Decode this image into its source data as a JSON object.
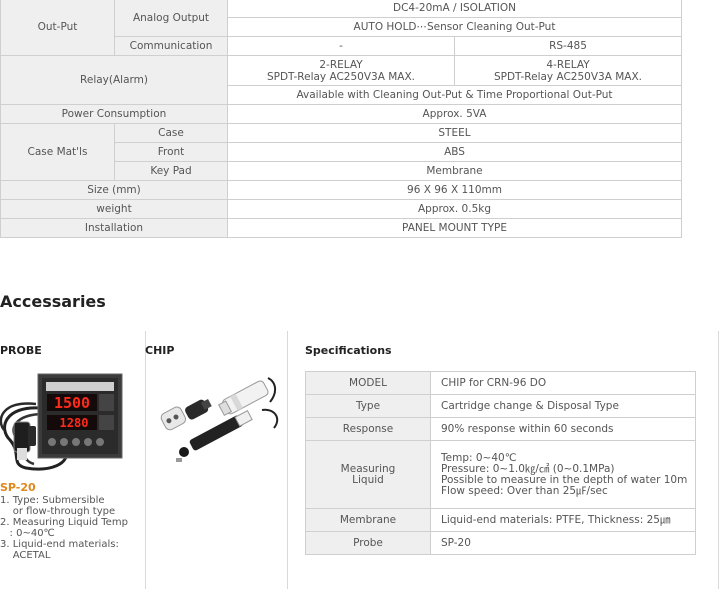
{
  "spec_table": {
    "out_put": "Out-Put",
    "analog_output": "Analog Output",
    "analog_v1": "DC4-20mA / ISOLATION",
    "analog_v2": "AUTO HOLD⋯Sensor Cleaning Out-Put",
    "communication": "Communication",
    "comm_a": "-",
    "comm_b": "RS-485",
    "relay": "Relay(Alarm)",
    "relay_a_1": "2-RELAY",
    "relay_a_2": "SPDT-Relay AC250V3A MAX.",
    "relay_b_1": "4-RELAY",
    "relay_b_2": "SPDT-Relay AC250V3A MAX.",
    "relay_note": "Available with Cleaning Out-Put & Time Proportional Out-Put",
    "power": "Power Consumption",
    "power_v": "Approx. 5VA",
    "case_mat": "Case Mat'ls",
    "case": "Case",
    "case_v": "STEEL",
    "front": "Front",
    "front_v": "ABS",
    "keypad": "Key Pad",
    "keypad_v": "Membrane",
    "size": "Size (mm)",
    "size_v": "96 X 96 X 110mm",
    "weight": "weight",
    "weight_v": "Approx. 0.5kg",
    "install": "Installation",
    "install_v": "PANEL MOUNT TYPE"
  },
  "accessories": {
    "title": "Accessaries",
    "probe_heading": "PROBE",
    "chip_heading": "CHIP",
    "spec_heading": "Specifications",
    "probe_model": "SP-20",
    "probe_notes": [
      [
        "1. Type: Submersible",
        "    or flow-through type"
      ],
      [
        "2. Measuring Liquid Temp",
        "   : 0~40℃"
      ],
      [
        "3. Liquid-end materials:",
        "    ACETAL"
      ]
    ],
    "display_top": "1500",
    "display_bottom": "1280",
    "rows": {
      "model_l": "MODEL",
      "model_v": "CHIP for CRN-96 DO",
      "type_l": "Type",
      "type_v": "Cartridge change & Disposal Type",
      "resp_l": "Response",
      "resp_v": "90% response within 60 seconds",
      "meas_l1": "Measuring",
      "meas_l2": "Liquid",
      "meas_v": [
        "Temp: 0~40℃",
        "Pressure: 0~1.0㎏/㎠ (0~0.1MPa)",
        "Possible to measure in the depth of water 10m",
        "Flow speed: Over than 25㎌/sec"
      ],
      "memb_l": "Membrane",
      "memb_v": "Liquid-end materials: PTFE, Thickness: 25㎛",
      "probe_l": "Probe",
      "probe_v": "SP-20"
    }
  },
  "colors": {
    "model_accent": "#e0871c",
    "label_bg": "#efefef",
    "border": "#cfcfcf",
    "display_red": "#ff2a1a"
  }
}
